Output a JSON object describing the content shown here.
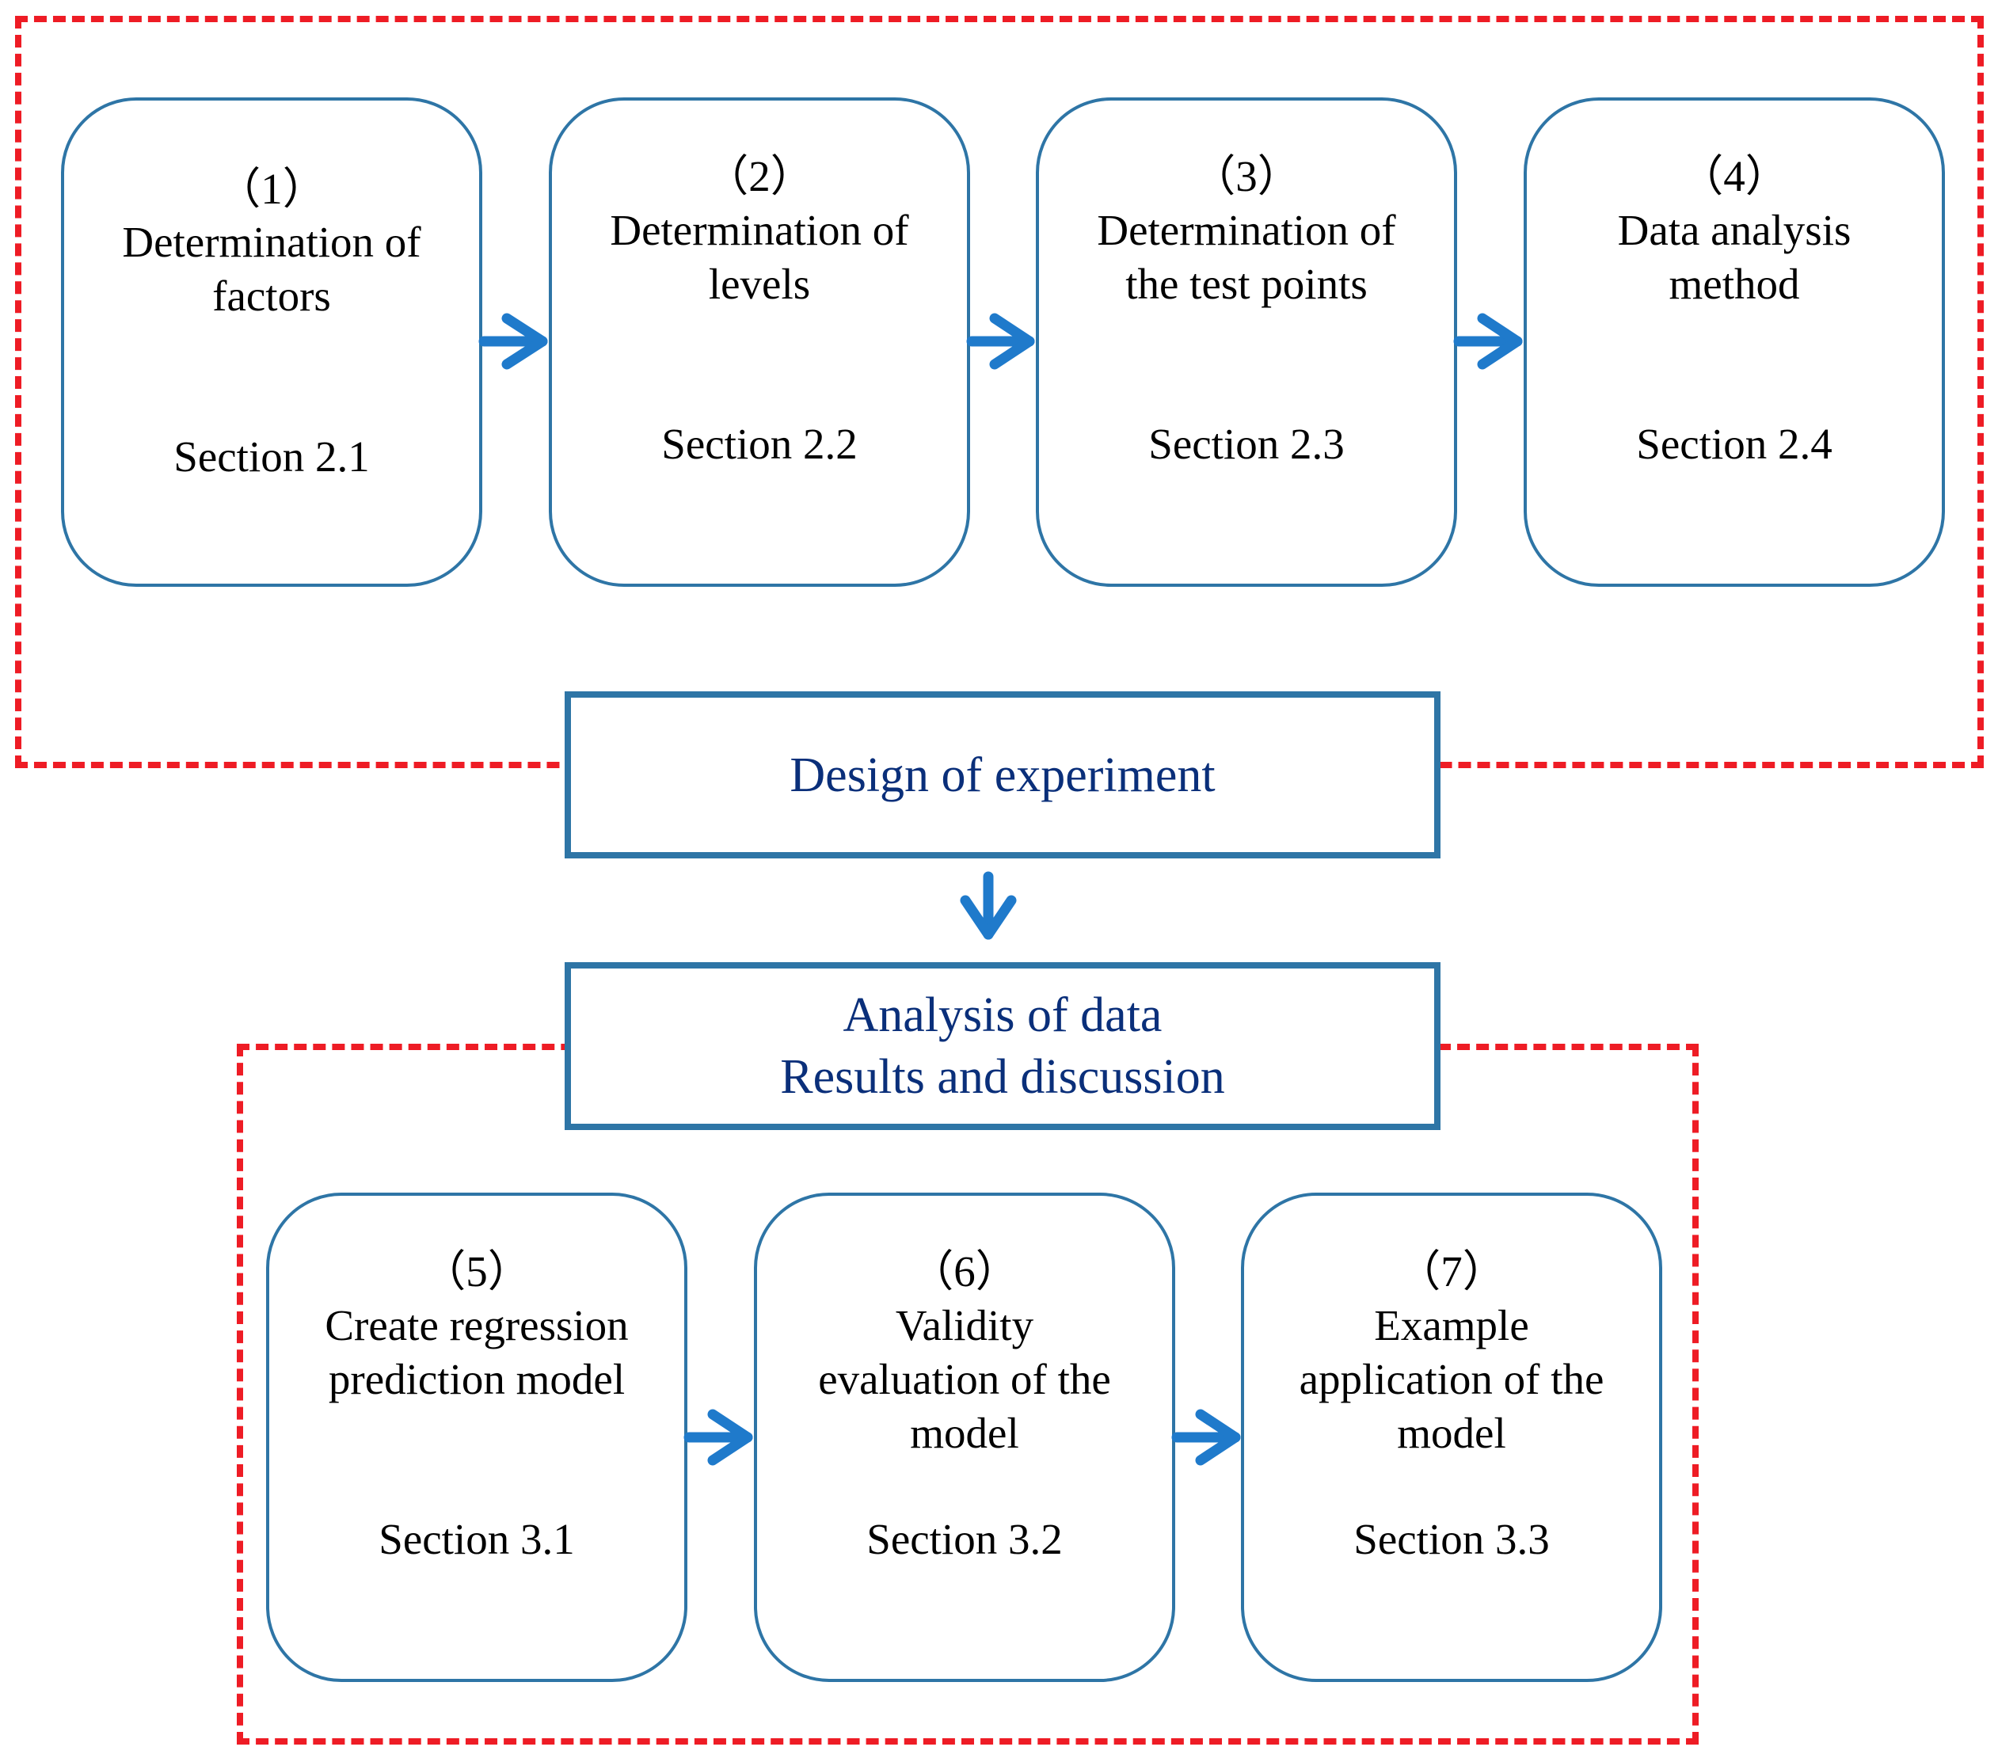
{
  "top_steps": [
    {
      "num": "（1）",
      "label": "Determination of\nfactors",
      "section": "Section 2.1"
    },
    {
      "num": "（2）",
      "label": "Determination of\nlevels",
      "section": "Section 2.2"
    },
    {
      "num": "（3）",
      "label": "Determination of\nthe test points",
      "section": "Section 2.3"
    },
    {
      "num": "（4）",
      "label": "Data analysis\nmethod",
      "section": "Section 2.4"
    }
  ],
  "design_title": "Design of experiment",
  "analysis_title": {
    "line1": "Analysis of data",
    "line2": "Results and discussion"
  },
  "bottom_steps": [
    {
      "num": "（5）",
      "label": "Create  regression\nprediction model",
      "section": "Section 3.1"
    },
    {
      "num": "（6）",
      "label": "Validity\nevaluation of the\nmodel",
      "section": "Section 3.2"
    },
    {
      "num": "（7）",
      "label": "Example\napplication of the\nmodel",
      "section": "Section 3.3"
    }
  ],
  "colors": {
    "dashed_frame": "#ee1c25",
    "box_border": "#2e75a6",
    "arrow": "#1f7acb",
    "title_text": "#0a2f7a"
  }
}
